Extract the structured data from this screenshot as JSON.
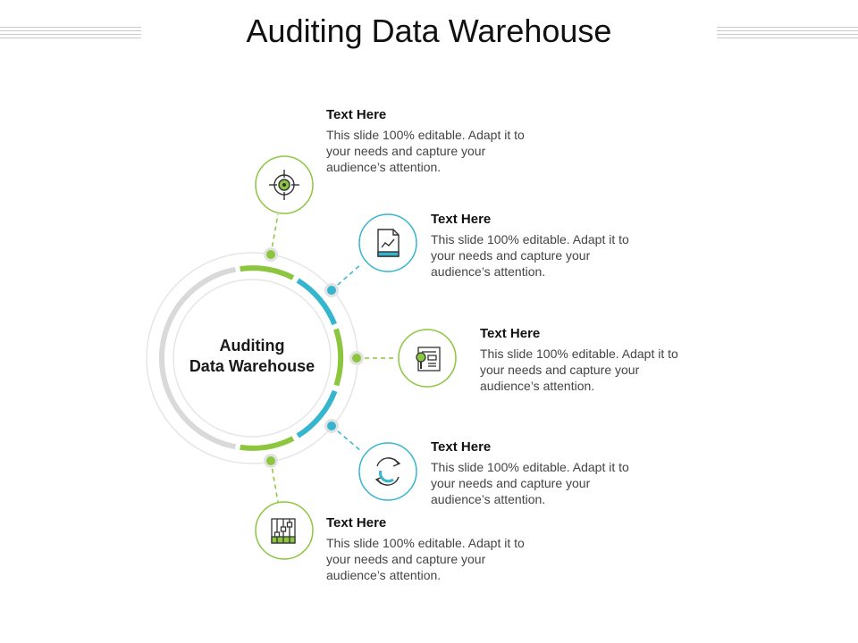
{
  "title": "Auditing Data Warehouse",
  "center": {
    "line1": "Auditing",
    "line2": "Data Warehouse"
  },
  "colors": {
    "green": "#8cc63f",
    "blue": "#36b5cf",
    "gray": "#d9d9d9"
  },
  "items": [
    {
      "title": "Text Here",
      "desc": "This slide 100% editable. Adapt it to your needs and capture your audience’s attention.",
      "icon": "target-icon",
      "color": "green"
    },
    {
      "title": "Text Here",
      "desc": "This slide 100% editable. Adapt it to your needs and capture your audience’s attention.",
      "icon": "document-chart-icon",
      "color": "blue"
    },
    {
      "title": "Text Here",
      "desc": "This slide 100% editable. Adapt it to your needs and capture your audience’s attention.",
      "icon": "report-search-icon",
      "color": "green"
    },
    {
      "title": "Text Here",
      "desc": "This slide 100% editable. Adapt it to your needs and capture your audience’s attention.",
      "icon": "refresh-cycle-icon",
      "color": "blue"
    },
    {
      "title": "Text Here",
      "desc": "This slide 100% editable. Adapt it to your needs and capture your audience’s attention.",
      "icon": "sliders-icon",
      "color": "green"
    }
  ]
}
